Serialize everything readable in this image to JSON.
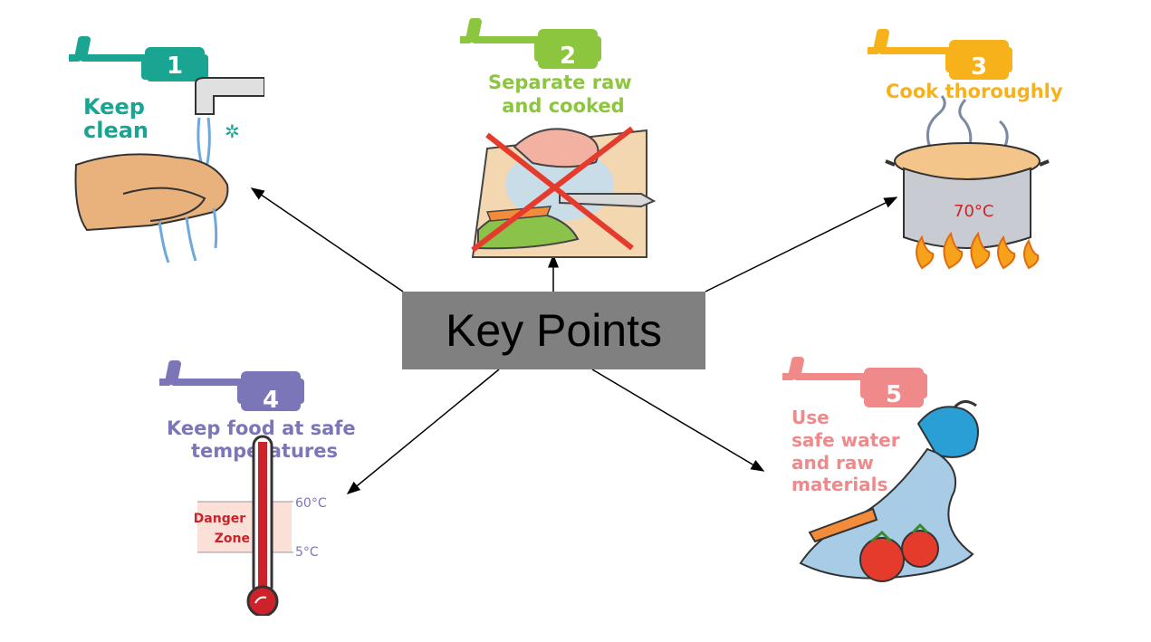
{
  "center": {
    "label": "Key Points"
  },
  "keys": [
    {
      "number": "1",
      "title_lines": [
        "Keep",
        "clean"
      ],
      "color": "#1aa593"
    },
    {
      "number": "2",
      "title_lines": [
        "Separate raw",
        "and cooked"
      ],
      "color": "#8cc63f"
    },
    {
      "number": "3",
      "title_lines": [
        "Cook thoroughly"
      ],
      "color": "#f7b21b",
      "pot_temp": "70°C"
    },
    {
      "number": "4",
      "title_lines": [
        "Keep food at safe",
        "temperatures"
      ],
      "color": "#7b76b8",
      "thermometer": {
        "high": "60°C",
        "low": "5°C",
        "zone_lines": [
          "Danger",
          "Zone"
        ]
      }
    },
    {
      "number": "5",
      "title_lines": [
        "Use",
        "safe water",
        "and raw",
        "materials"
      ],
      "color": "#f08a8a"
    }
  ],
  "colors": {
    "center_box": "#808080",
    "arrow": "#000000",
    "danger": "#cc2229",
    "cross": "#e53b2c"
  }
}
